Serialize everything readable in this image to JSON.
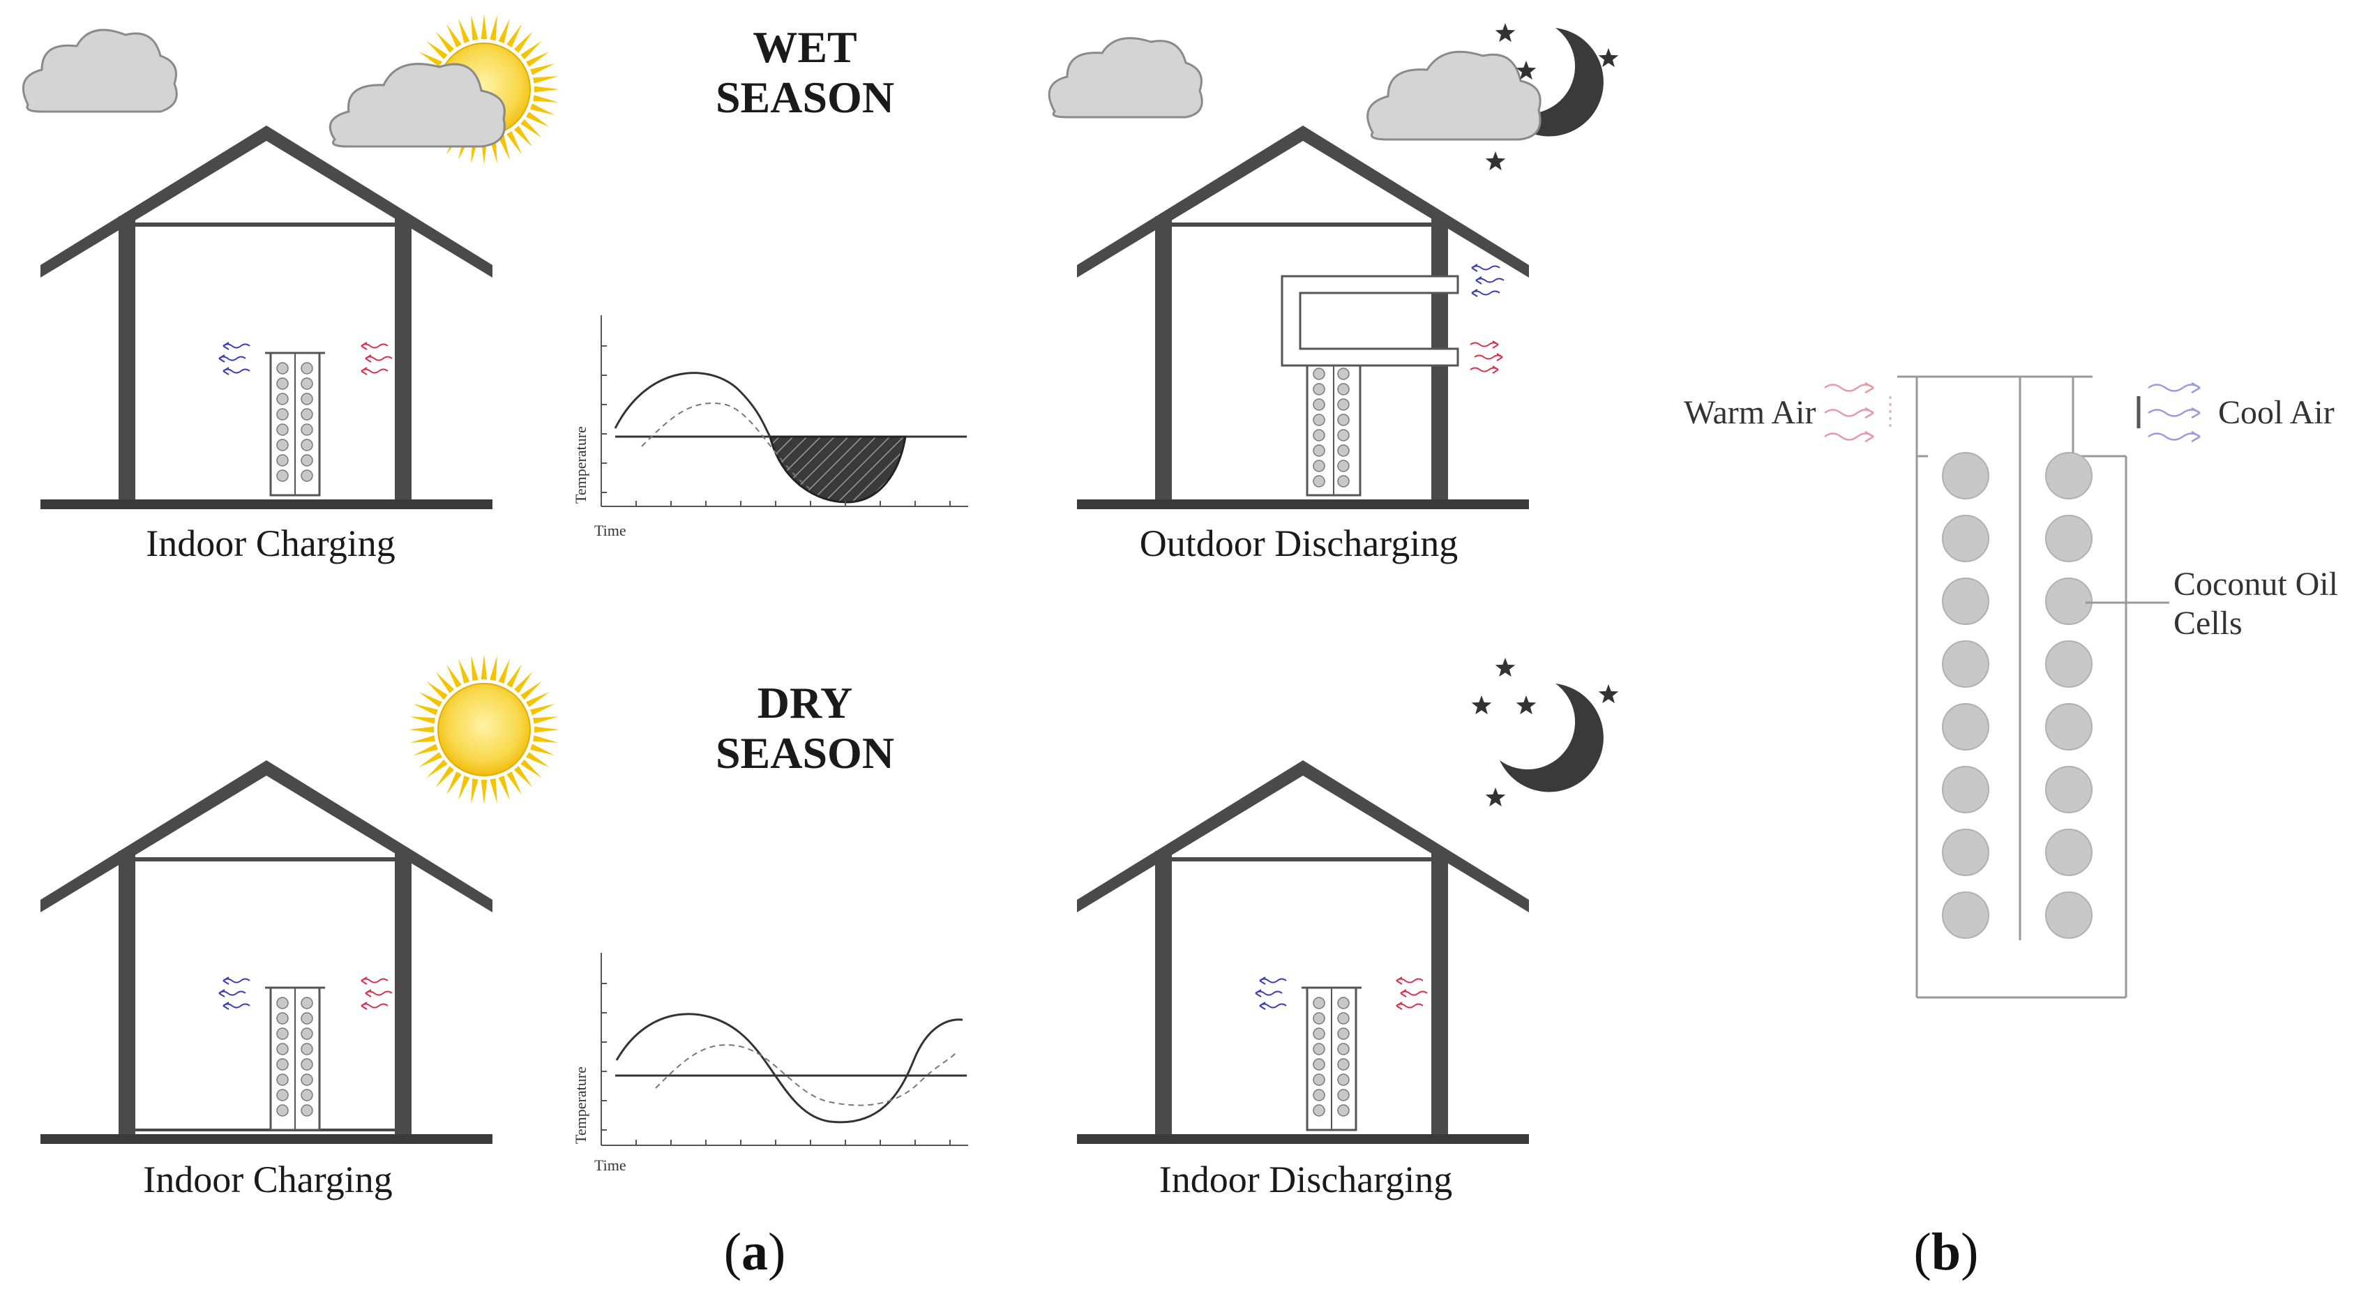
{
  "panel_a": {
    "label_open": "(",
    "label_letter": "a",
    "label_close": ")",
    "wet_season": {
      "line1": "WET",
      "line2": "SEASON"
    },
    "dry_season": {
      "line1": "DRY",
      "line2": "SEASON"
    },
    "captions": {
      "wet_left": "Indoor Charging",
      "wet_right": "Outdoor Discharging",
      "dry_left": "Indoor Charging",
      "dry_right": "Indoor Discharging"
    },
    "graph_wet": {
      "xlabel": "Time",
      "ylabel": "Temperature"
    },
    "graph_dry": {
      "xlabel": "Time",
      "ylabel": "Temperature"
    }
  },
  "panel_b": {
    "label_open": "(",
    "label_letter": "b",
    "label_close": ")",
    "warm_air": "Warm Air",
    "cool_air": "Cool Air",
    "cells_line1": "Coconut Oil",
    "cells_line2": "Cells"
  },
  "colors": {
    "structure": "#4a4a4a",
    "thin_line": "#555555",
    "cell_fill": "#c8c8c8",
    "sun": "#f5c400",
    "warm_arrow": "#d9304a",
    "cool_arrow": "#3a3ab8"
  },
  "icons": [
    "cloud-icon",
    "sun-icon",
    "moon-icon",
    "star-icon",
    "warm-air-arrow-icon",
    "cool-air-arrow-icon"
  ]
}
